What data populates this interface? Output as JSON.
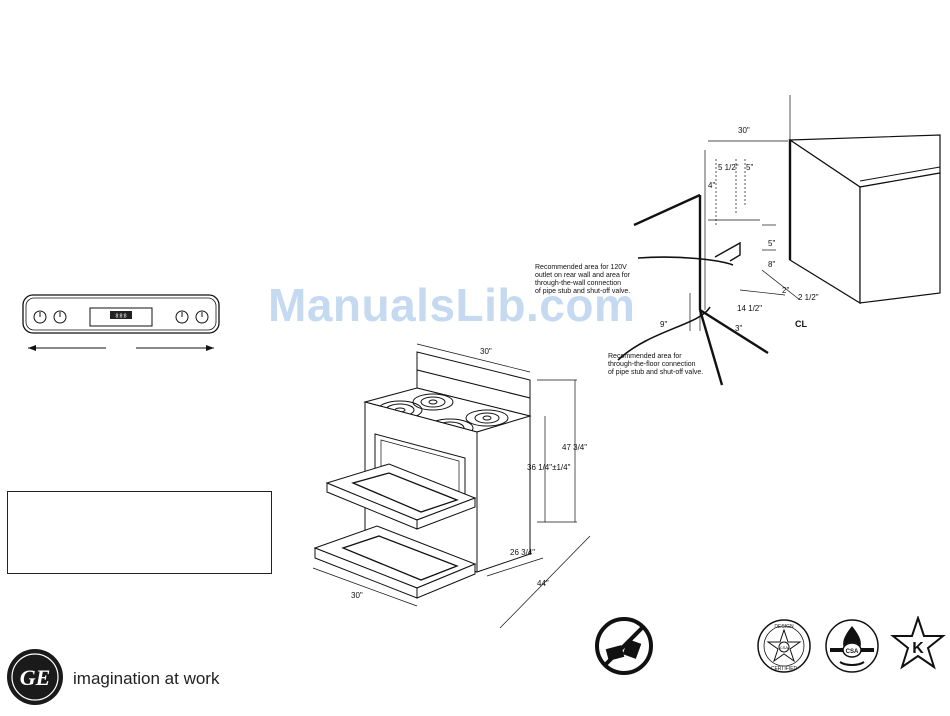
{
  "watermark": "ManualsLib.com",
  "display_readout": "8:8:8",
  "brand": {
    "logo_text": "GE",
    "tagline": "imagination at work"
  },
  "range_dimensions": {
    "top_width": "30\"",
    "height_total": "47 3/4\"",
    "height_cooktop": "36 1/4\"±1/4\"",
    "depth_body": "26 3/4\"",
    "depth_open": "44\"",
    "bottom_width": "30\""
  },
  "install_dimensions": {
    "width": "30\"",
    "d_5_1_2": "5 1/2\"",
    "d_5": "5\"",
    "d_4": "4\"",
    "d_5_v": "5\"",
    "d_8": "8\"",
    "d_2": "2\"",
    "d_2_1_2": "2 1/2\"",
    "d_14_1_2": "14 1/2\"",
    "d_9": "9\"",
    "d_3": "3\"",
    "centerline": "CL"
  },
  "callouts": {
    "wall": [
      "Recommended area for 120V",
      "outlet on rear wall and area for",
      "through-the-wall connection",
      "of pipe stub and shut-off valve."
    ],
    "floor": [
      "Recommended area for",
      "through-the-floor connection",
      "of pipe stub and shut-off valve."
    ]
  },
  "seals": {
    "design_certified_top": "DESIGN",
    "design_certified_bottom": "CERTIFIED",
    "design_certified_center": "CSA",
    "csa": "CSA",
    "star_k": "K"
  }
}
